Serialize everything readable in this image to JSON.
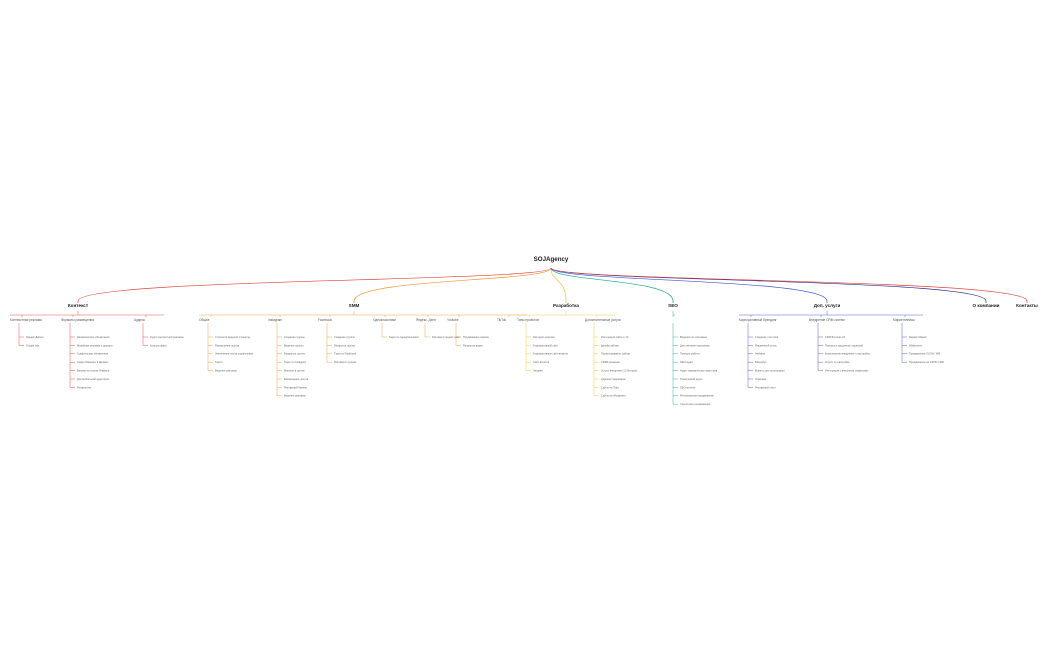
{
  "root": {
    "label": "SOJAgency"
  },
  "sections": [
    {
      "label": "Контекст",
      "color": "#e0443a",
      "groups": [
        {
          "label": "Контекстная реклама",
          "items": [
            "Яндекс Директ",
            "Google Ads"
          ]
        },
        {
          "label": "Форматы размещения",
          "items": [
            "Динамические объявления",
            "Медийная реклама в директе",
            "Графические объявления",
            "Смарт-баннеры в Директе",
            "Баннер на поиске Яндекса",
            "Для мобильной аудитории",
            "Ретаргетинг"
          ]
        },
        {
          "label": "Аудиты",
          "items": [
            "Аудит контекстной рекламы",
            "Консультации"
          ]
        }
      ]
    },
    {
      "label": "SMM",
      "color": "#f0962c",
      "groups": [
        {
          "label": "Общие",
          "items": [
            "Стратегия ведения страницы",
            "Размещение постов",
            "Увеличение числа подписчиков",
            "Таргет",
            "Ведение рекламы"
          ]
        },
        {
          "label": "Instagram",
          "items": [
            "Создание группы",
            "Ведение группы",
            "Раскрутка группы",
            "Таргет в Instagram",
            "Магазин в группе",
            "Размещение постов",
            "Рекламный баннер",
            "Ведение рекламы"
          ]
        },
        {
          "label": "Facebook",
          "items": [
            "Создание группы",
            "Раскрутка группы",
            "Таргет в Facebook",
            "Реклама в группах"
          ]
        },
        {
          "label": "Одноклассники",
          "items": [
            "Таргет в одноклассниках"
          ]
        },
        {
          "label": "Яндекс. Дзен",
          "items": [
            "Реклама в яндекс дзен"
          ]
        },
        {
          "label": "Youtube",
          "items": [
            "Продвижение канала",
            "Раскрутка видео"
          ]
        },
        {
          "label": "TikTok",
          "items": []
        }
      ]
    },
    {
      "label": "Разработка",
      "color": "#ecc432",
      "groups": [
        {
          "label": "Типы проектов",
          "items": [
            "Интернет-магазин",
            "Корпоративный сайт",
            "Корпоративные сайт-визитки",
            "Сайт-визитка",
            "Лендинг"
          ]
        },
        {
          "label": "Дополнительные услуги",
          "items": [
            "Интеграция сайта с 1С",
            "Дизайн сайтов",
            "Проектирование сайтов",
            "CRM3 решения",
            "Услуги внедрения 1С-Битрикс",
            "Администрирование",
            "Сайты на Tilda",
            "Сайты на Wordpress"
          ]
        }
      ]
    },
    {
      "label": "SEO",
      "color": "#1ea98a",
      "groups": [
        {
          "label": "",
          "items": [
            "Ведение по ключевым",
            "Для интернет-магазинов",
            "Позиции работы",
            "SEO-аудит",
            "Аудит коммерческих факторов",
            "Технический аудит",
            "SEO-контент",
            "Региональное продвижение",
            "Ссылочное продвижение"
          ]
        }
      ]
    },
    {
      "label": "Доп. услуги",
      "color": "#3d55d8",
      "groups": [
        {
          "label": "Корпоративный брендинг",
          "items": [
            "Создание логотипа",
            "Фирменный стиль",
            "Нейминг",
            "Брендбук",
            "Макеты для полиграфии",
            "Упаковка",
            "Рекламный текст"
          ]
        },
        {
          "label": "Внедрение CRM систем",
          "items": [
            "CRM Битрикс 24",
            "Покупка и продление лицензий",
            "Комплексное внедрение и настройка",
            "Услуги по настройке",
            "Интеграция с внешними сервисами"
          ]
        },
        {
          "label": "Маркетплейсы",
          "items": [
            "Яндекс Маркет",
            "Wildberries",
            "Продвижение OZON / WB",
            "Продвижение на OZON / WB"
          ]
        }
      ]
    },
    {
      "label": "О компании",
      "color": "#2b2f8c",
      "groups": []
    },
    {
      "label": "Контакты",
      "color": "#e0443a",
      "groups": []
    }
  ]
}
